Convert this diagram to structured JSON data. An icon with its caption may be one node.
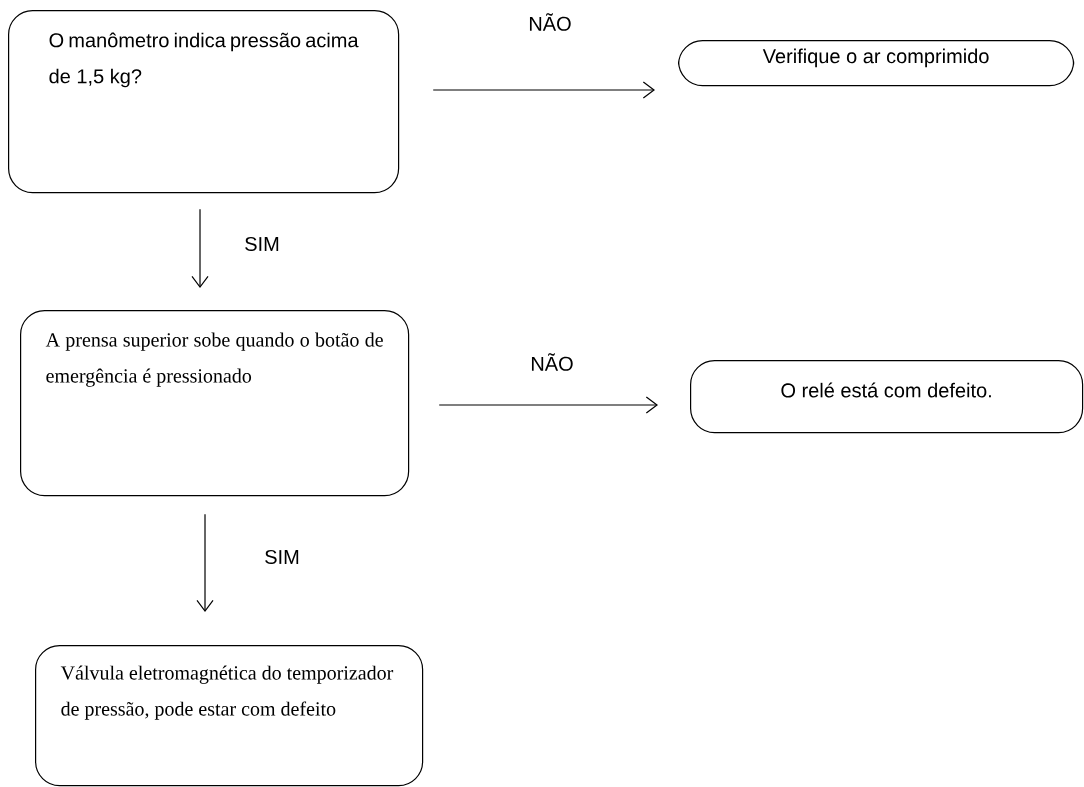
{
  "diagram": {
    "nodes": [
      {
        "text": [
          "O manômetro indica pressão acima de 1,5 kg?"
        ]
      },
      {
        "text": [
          "Verifique o ar comprimido"
        ]
      },
      {
        "text": [
          "A prensa superior sobe quando o botão de emergência é pressionado"
        ]
      },
      {
        "text": [
          "O relé está com defeito."
        ]
      },
      {
        "text": [
          "Válvula eletromagnética do temporizador de pressão, pode estar com defeito"
        ]
      }
    ],
    "edges": [
      {
        "from": 0,
        "to": 1,
        "arrow": "to",
        "label": "NÃO"
      },
      {
        "from": 0,
        "to": 2,
        "arrow": "to",
        "label": "SIM"
      },
      {
        "from": 2,
        "to": 3,
        "arrow": "to",
        "label": "NÃO"
      },
      {
        "from": 2,
        "to": 4,
        "arrow": "to",
        "label": "SIM"
      }
    ]
  }
}
